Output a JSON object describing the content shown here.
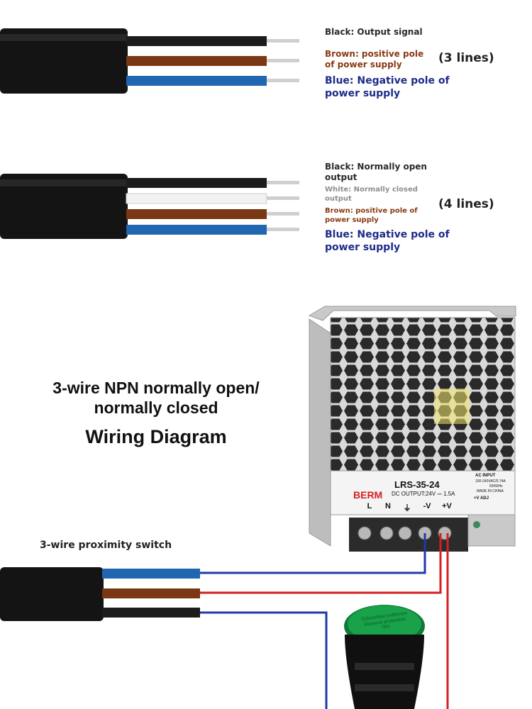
{
  "three_wire_legend": {
    "black": "Black: Output signal",
    "brown": "Brown: positive pole of power supply",
    "blue": "Blue: Negative pole of power supply",
    "count": "(3 lines)"
  },
  "four_wire_legend": {
    "black": "Black: Normally open output",
    "white": "White: Normally closed output",
    "brown": "Brown: positive pole of power supply",
    "blue": "Blue: Negative pole of power supply",
    "count": "(4 lines)"
  },
  "heading": {
    "line1": "3-wire NPN normally open/",
    "line2": "normally closed",
    "line3": "Wiring Diagram"
  },
  "proximity_switch_label": "3-wire proximity switch",
  "power_supply": {
    "brand": "BERM",
    "model": "LRS-35-24",
    "dc_output": "DC OUTPUT:24V ⎓ 1.5A",
    "ac_input_title": "AC INPUT",
    "ac_input_spec": "100-240VAC/0.74A",
    "frequency": "50/60Hz",
    "origin": "MADE IN CHINA",
    "terminals": [
      "L",
      "N",
      "⏚",
      "-V",
      "+V"
    ],
    "adj_label": "+V ADJ"
  },
  "indicator_lamp": {
    "sticker_text": "Schutzfolie entfernen Remove protection film"
  },
  "colors": {
    "wire_black": "#1c1c1c",
    "wire_brown": "#7a3714",
    "wire_blue": "#2166b0",
    "wire_white": "#ececec",
    "circuit_blue": "#1f3aa8",
    "circuit_red": "#d42020",
    "lamp_green": "#19a24a"
  }
}
